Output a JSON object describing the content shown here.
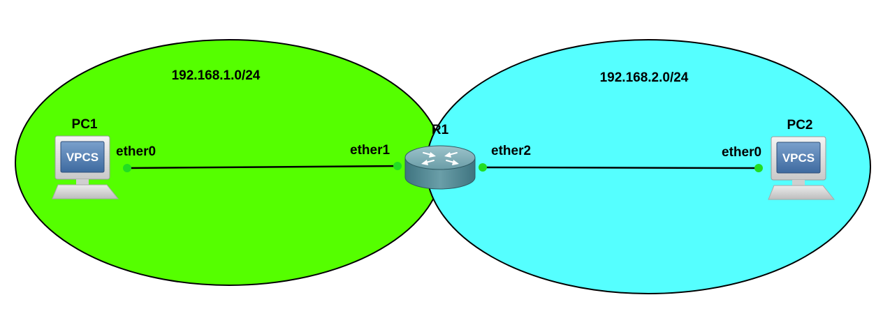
{
  "networks": [
    {
      "label": "192.168.1.0/24",
      "color": "#55ff00"
    },
    {
      "label": "192.168.2.0/24",
      "color": "#55ffff"
    }
  ],
  "nodes": {
    "pc1": {
      "label": "PC1",
      "icon": "vpcs-computer-icon",
      "screen_text": "VPCS"
    },
    "pc2": {
      "label": "PC2",
      "icon": "vpcs-computer-icon",
      "screen_text": "VPCS"
    },
    "r1": {
      "label": "R1",
      "icon": "router-icon"
    }
  },
  "links": [
    {
      "a_interface": "ether0",
      "b_interface": "ether1"
    },
    {
      "a_interface": "ether2",
      "b_interface": "ether0"
    }
  ],
  "colors": {
    "link": "#000000",
    "port_dot": "#22dd22",
    "outline": "#000000"
  }
}
